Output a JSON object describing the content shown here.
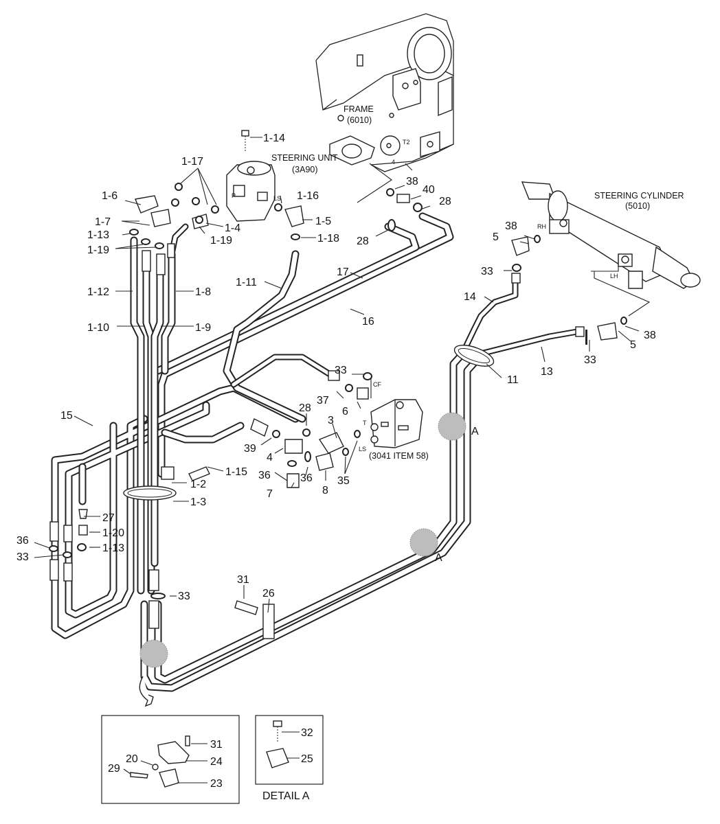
{
  "assemblies": {
    "frame": {
      "name": "FRAME",
      "code": "(6010)"
    },
    "steering_unit": {
      "name": "STEERING UNIT",
      "code": "(3A90)"
    },
    "steering_cylinder": {
      "name": "STEERING CYLINDER",
      "code": "(5010)"
    },
    "valve_ref": "(3041 ITEM 58)"
  },
  "port_labels": {
    "ls_unit": "LS",
    "p_unit": "P",
    "t2": "T2",
    "four": "4",
    "rh": "RH",
    "lh": "LH",
    "cf": "CF",
    "t": "T",
    "ls_valve": "LS"
  },
  "callouts": [
    {
      "id": "c1_14",
      "text": "1-14"
    },
    {
      "id": "c1_17",
      "text": "1-17"
    },
    {
      "id": "c1_16",
      "text": "1-16"
    },
    {
      "id": "c1_6",
      "text": "1-6"
    },
    {
      "id": "c1_5",
      "text": "1-5"
    },
    {
      "id": "c1_7",
      "text": "1-7"
    },
    {
      "id": "c1_4",
      "text": "1-4"
    },
    {
      "id": "c1_13a",
      "text": "1-13"
    },
    {
      "id": "c1_19a",
      "text": "1-19"
    },
    {
      "id": "c1_18",
      "text": "1-18"
    },
    {
      "id": "c1_19b",
      "text": "1-19"
    },
    {
      "id": "c1_11",
      "text": "1-11"
    },
    {
      "id": "c1_12",
      "text": "1-12"
    },
    {
      "id": "c1_8",
      "text": "1-8"
    },
    {
      "id": "c1_10",
      "text": "1-10"
    },
    {
      "id": "c1_9",
      "text": "1-9"
    },
    {
      "id": "c1_15",
      "text": "1-15"
    },
    {
      "id": "c1_2",
      "text": "1-2"
    },
    {
      "id": "c1_3",
      "text": "1-3"
    },
    {
      "id": "c1_20",
      "text": "1-20"
    },
    {
      "id": "c1_13b",
      "text": "1-13"
    },
    {
      "id": "c38a",
      "text": "38"
    },
    {
      "id": "c40",
      "text": "40"
    },
    {
      "id": "c28a",
      "text": "28"
    },
    {
      "id": "c28b",
      "text": "28"
    },
    {
      "id": "c17",
      "text": "17"
    },
    {
      "id": "c16",
      "text": "16"
    },
    {
      "id": "c38b",
      "text": "38"
    },
    {
      "id": "c5a",
      "text": "5"
    },
    {
      "id": "c33a",
      "text": "33"
    },
    {
      "id": "c14",
      "text": "14"
    },
    {
      "id": "c38c",
      "text": "38"
    },
    {
      "id": "c5b",
      "text": "5"
    },
    {
      "id": "c33b",
      "text": "33"
    },
    {
      "id": "c13",
      "text": "13"
    },
    {
      "id": "c11",
      "text": "11"
    },
    {
      "id": "c33c",
      "text": "33"
    },
    {
      "id": "c37",
      "text": "37"
    },
    {
      "id": "c6",
      "text": "6"
    },
    {
      "id": "c28c",
      "text": "28"
    },
    {
      "id": "c3",
      "text": "3"
    },
    {
      "id": "c39",
      "text": "39"
    },
    {
      "id": "c4",
      "text": "4"
    },
    {
      "id": "c36a",
      "text": "36"
    },
    {
      "id": "c36b",
      "text": "36"
    },
    {
      "id": "c7",
      "text": "7"
    },
    {
      "id": "c8",
      "text": "8"
    },
    {
      "id": "c35",
      "text": "35"
    },
    {
      "id": "c15",
      "text": "15"
    },
    {
      "id": "c27",
      "text": "27"
    },
    {
      "id": "c36c",
      "text": "36"
    },
    {
      "id": "c33d",
      "text": "33"
    },
    {
      "id": "c33e",
      "text": "33"
    },
    {
      "id": "c31a",
      "text": "31"
    },
    {
      "id": "c26",
      "text": "26"
    }
  ],
  "detail_marks": [
    "A",
    "A"
  ],
  "detail_panel_left": {
    "callouts": [
      {
        "id": "d31",
        "text": "31"
      },
      {
        "id": "d20",
        "text": "20"
      },
      {
        "id": "d24",
        "text": "24"
      },
      {
        "id": "d29",
        "text": "29"
      },
      {
        "id": "d23",
        "text": "23"
      }
    ]
  },
  "detail_panel_right": {
    "title": "DETAIL A",
    "callouts": [
      {
        "id": "d32",
        "text": "32"
      },
      {
        "id": "d25",
        "text": "25"
      }
    ]
  }
}
